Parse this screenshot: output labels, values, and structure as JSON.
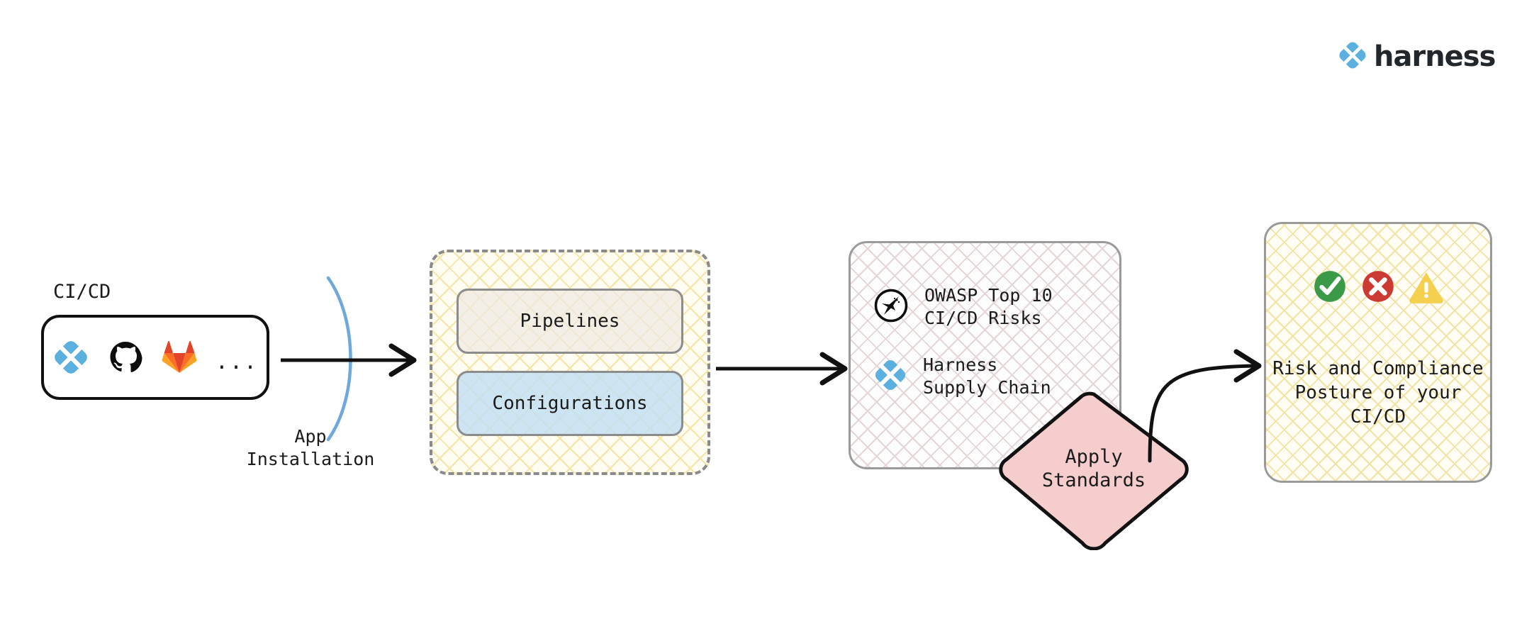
{
  "brand": {
    "name": "harness",
    "logo_icon": "harness-diamond-icon",
    "logo_color": "#5bb0e0",
    "text_color": "#22272b"
  },
  "source": {
    "caption": "CI/CD",
    "tools": [
      {
        "name": "harness-icon",
        "label": "Harness",
        "color": "#5bb0e0"
      },
      {
        "name": "github-icon",
        "label": "GitHub",
        "color": "#0d0d0d"
      },
      {
        "name": "gitlab-icon",
        "label": "GitLab",
        "color": "#e2432a"
      }
    ],
    "more_indicator": "..."
  },
  "app_installation": {
    "caption": "App\nInstallation",
    "membrane_color": "#6fa8dc"
  },
  "pipeline_container": {
    "cards": [
      {
        "label": "Pipelines",
        "fill": "#eee9e2"
      },
      {
        "label": "Configurations",
        "fill": "#c1dff2"
      }
    ],
    "border_style": "dashed",
    "border_color": "#8a8a8a",
    "hatch_color": "#f5e3a8"
  },
  "standards": {
    "items": [
      {
        "icon": "owasp-icon",
        "text": "OWASP Top 10\nCI/CD Risks"
      },
      {
        "icon": "harness-icon",
        "text": "Harness\nSupply Chain"
      }
    ],
    "hatch_color": "#e4d6d6",
    "border_color": "#9a9a9a"
  },
  "apply_standards": {
    "label": "Apply\nStandards",
    "fill": "#f5cdcd",
    "border_color": "#111111"
  },
  "outcome": {
    "status_icons": [
      {
        "name": "check-circle-icon",
        "color": "#3a9a48"
      },
      {
        "name": "x-circle-icon",
        "color": "#cc3b33"
      },
      {
        "name": "warning-triangle-icon",
        "color": "#f5cf4e"
      }
    ],
    "text": "Risk and Compliance\nPosture of your\nCI/CD",
    "hatch_color": "#f3e2a6",
    "border_color": "#9a9a9a"
  },
  "connectors": [
    {
      "name": "arrow-source-to-pipelines",
      "from": "cicd-box",
      "to": "pipeline-container"
    },
    {
      "name": "arrow-pipelines-to-standards",
      "from": "pipeline-container",
      "to": "standards-box"
    },
    {
      "name": "curved-arrow-apply-to-outcome",
      "from": "apply-standards-diamond",
      "to": "outcome-box"
    }
  ]
}
